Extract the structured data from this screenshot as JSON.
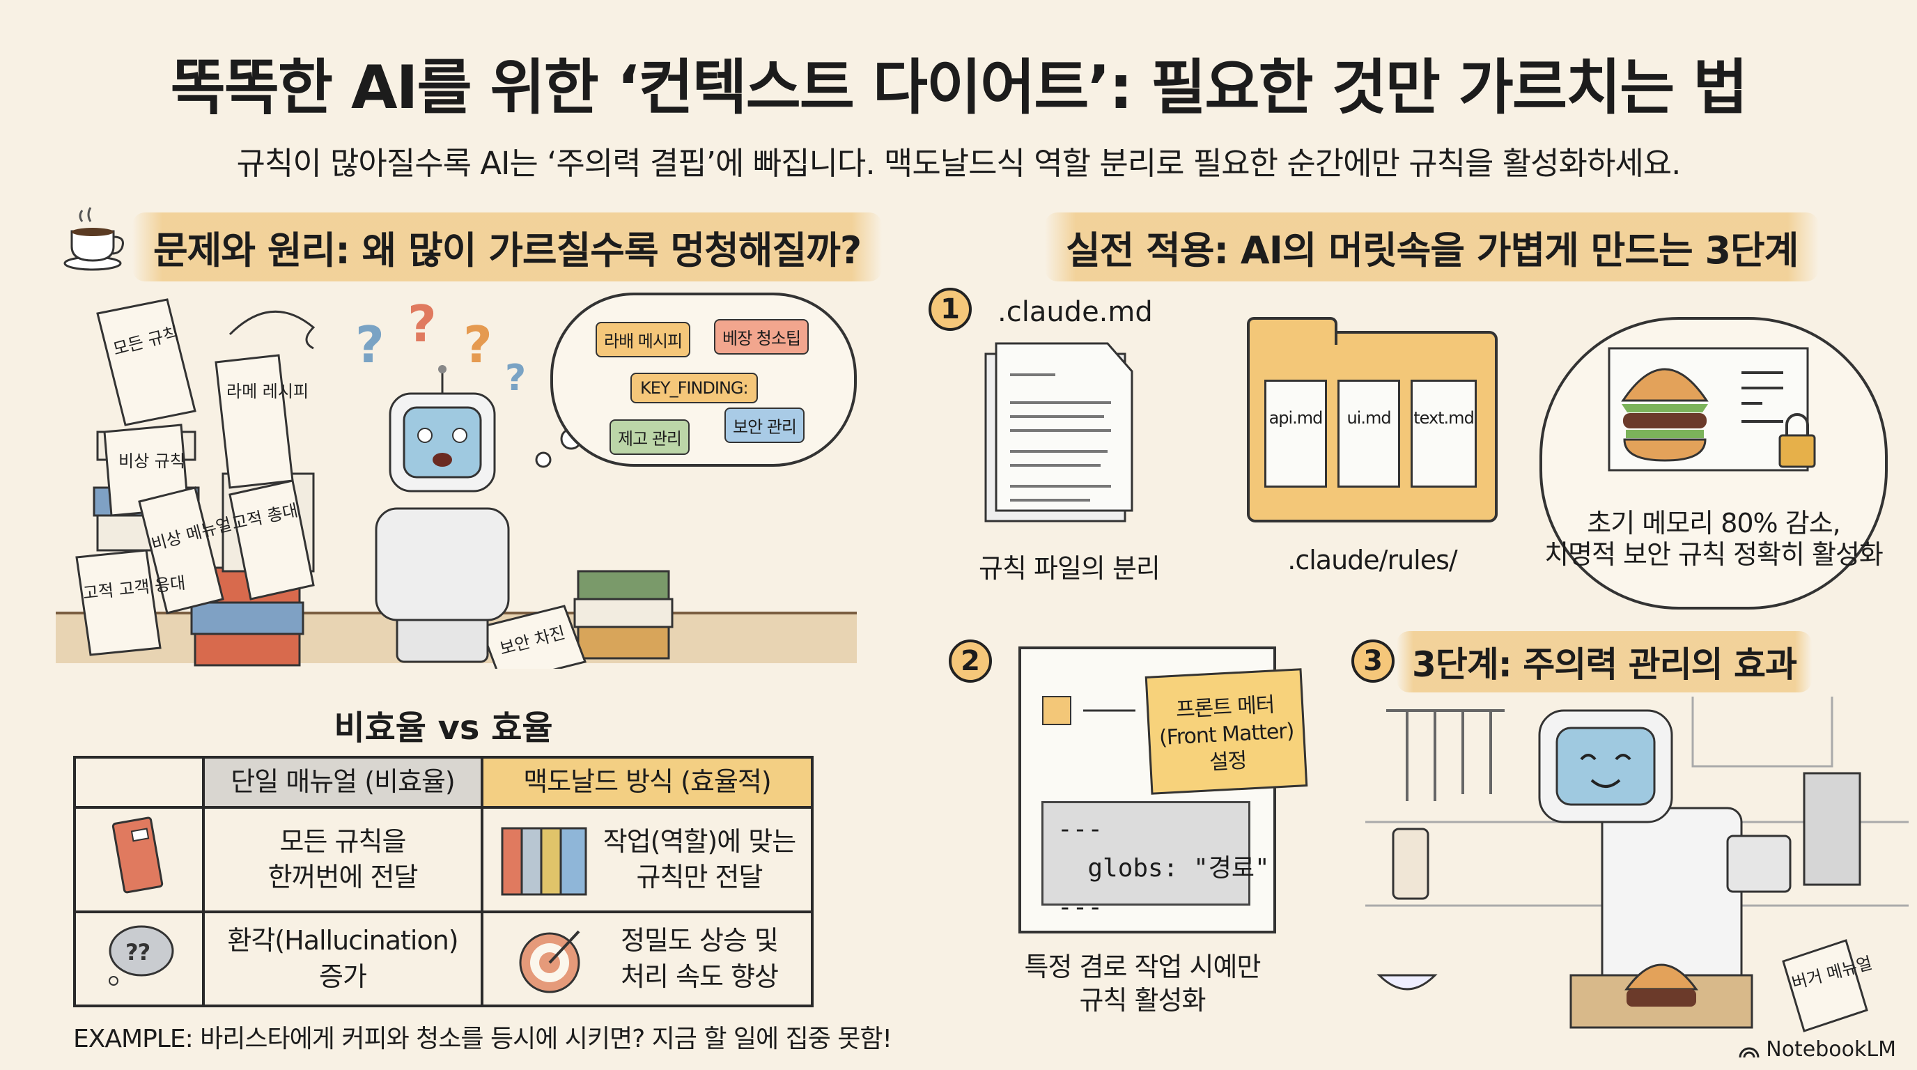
{
  "header": {
    "title": "똑똑한 AI를 위한 ‘컨텍스트 다이어트’: 필요한 것만 가르치는 법",
    "subtitle": "규칙이 많아질수록 AI는 ‘주의력 결핍’에 빠집니다. 맥도날드식 역할 분리로 필요한 순간에만 규칙을 활성화하세요."
  },
  "left": {
    "heading": "문제와 원리: 왜 많이 가르칠수록 멍청해질까?",
    "scrolls": [
      "모든 규칙",
      "라메 레시피",
      "비상 규칙",
      "비상 메뉴얼",
      "고적 총대",
      "고적 고객 응대",
      "보안 차진"
    ],
    "thought_tags": [
      "라배 메시피",
      "베장 청소팁",
      "KEY_FINDING:",
      "제고 관리",
      "보안 관리"
    ],
    "comparison_title": "비효율 vs 효율",
    "table": {
      "headers": [
        "",
        "단일 매뉴얼 (비효율)",
        "맥도날드 방식 (효율적)"
      ],
      "rows": [
        {
          "icon": "binder-icon",
          "bad": "모든 규칙을\n한꺼번에 전달",
          "icon2": "binders-icon",
          "good": "작업(역할)에 맞는\n규칙만 전달"
        },
        {
          "icon": "confused-cloud-icon",
          "bad": "환각(Hallucination)\n증가",
          "icon2": "target-icon",
          "good": "정밀도 상승 및\n처리 속도 향상"
        }
      ]
    },
    "example": "EXAMPLE: 바리스타에게 커피와 청소를 등시에 시키면? 지금 할 일에 집중 못함!"
  },
  "right": {
    "heading": "실전 적용: AI의 머릿속을 가볍게 만드는 3단계",
    "step1": {
      "number": "1",
      "file": ".claude.md",
      "doc_caption": "규칙 파일의 분리",
      "folder_files": [
        "api.md",
        "ui.md",
        "text.md"
      ],
      "folder_caption": ".claude/rules/",
      "cloud_text_1": "초기 메모리 80% 감소,",
      "cloud_text_2": "치명적 보안 규칙 정확히 활성화"
    },
    "step2": {
      "number": "2",
      "note": "프론트 메터\n(Front Matter)\n설정",
      "code": "---\n  globs: \"경로\"\n---",
      "caption": "특정 겸로 작업 시예만\n규칙 활성화"
    },
    "step3": {
      "number": "3",
      "heading": "3단계: 주의력 관리의 효과",
      "menu_book": "버거 메뉴얼"
    }
  },
  "brand": "NotebookLM",
  "colors": {
    "background": "#f8f1e4",
    "highlight": "#f0c882",
    "accent_blue": "#9fc9e0",
    "accent_red": "#e07a5f"
  }
}
